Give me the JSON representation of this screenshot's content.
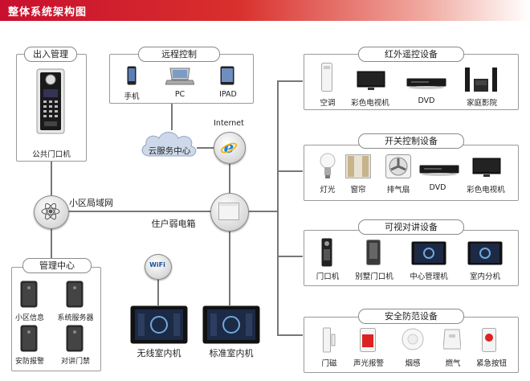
{
  "header": {
    "title": "整体系统架构图"
  },
  "access": {
    "title": "出入管理",
    "device": "公共门口机"
  },
  "remote": {
    "title": "远程控制",
    "items": [
      "手机",
      "PC",
      "IPAD"
    ]
  },
  "cloud": {
    "label": "云服务中心"
  },
  "internet": {
    "label": "Internet"
  },
  "lan": {
    "label": "小区局域网"
  },
  "box": {
    "label": "住户弱电箱"
  },
  "mgmt": {
    "title": "管理中心",
    "items": [
      "小区信息",
      "系统服务器",
      "安防报警",
      "对讲门禁"
    ]
  },
  "indoor": {
    "wireless": "无线室内机",
    "standard": "标准室内机",
    "wifi": "WiFi"
  },
  "ir": {
    "title": "红外遥控设备",
    "items": [
      "空调",
      "彩色电视机",
      "DVD",
      "家庭影院"
    ]
  },
  "switch": {
    "title": "开关控制设备",
    "items": [
      "灯光",
      "窗帘",
      "排气扇",
      "DVD",
      "彩色电视机"
    ]
  },
  "video": {
    "title": "可视对讲设备",
    "items": [
      "门口机",
      "别墅门口机",
      "中心管理机",
      "室内分机"
    ]
  },
  "security": {
    "title": "安全防范设备",
    "items": [
      "门磁",
      "声光报警",
      "烟感",
      "燃气",
      "紧急按钮"
    ]
  },
  "colors": {
    "header": "#c8102e",
    "line": "#777777",
    "ie_blue": "#1e7fd6"
  }
}
